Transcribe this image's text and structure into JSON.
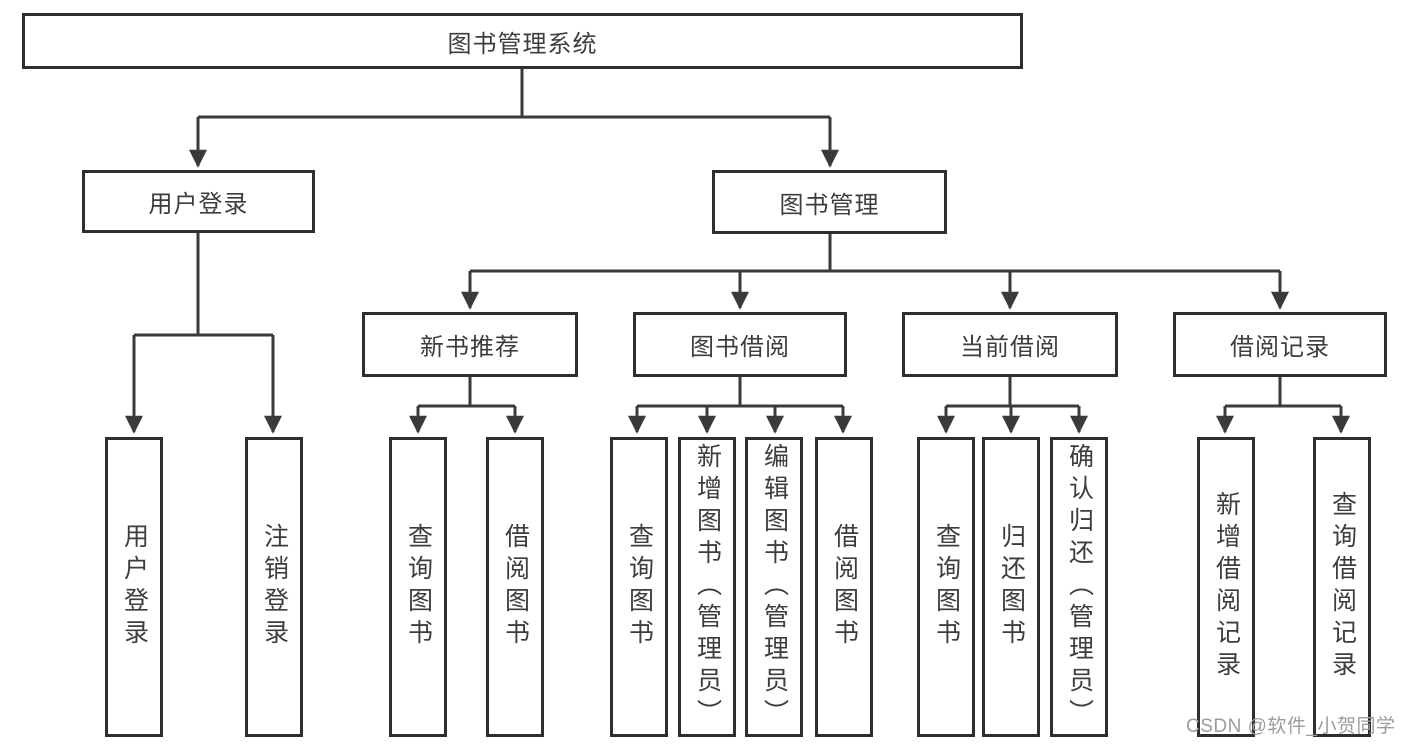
{
  "diagram": {
    "nodes": {
      "root": "图书管理系统",
      "user_login": "用户登录",
      "book_mgmt": "图书管理",
      "new_book_rec": "新书推荐",
      "book_borrow": "图书借阅",
      "current_borrow": "当前借阅",
      "borrow_records": "借阅记录",
      "ul_user_login": "用户登录",
      "ul_logout": "注销登录",
      "nb_query_book": "查询图书",
      "nb_borrow_book": "借阅图书",
      "bb_query_book": "查询图书",
      "bb_add_book": "新增图书（管理员）",
      "bb_edit_book": "编辑图书（管理员）",
      "bb_borrow_book": "借阅图书",
      "cb_query_book": "查询图书",
      "cb_return_book": "归还图书",
      "cb_confirm_return": "确认归还（管理员）",
      "br_add_record": "新增借阅记录",
      "br_query_record": "查询借阅记录"
    },
    "colors": {
      "line": "#3a3a3a",
      "border": "#2e2e2e",
      "text": "#3d3d3d",
      "background": "#ffffff"
    }
  },
  "watermark": {
    "text": "CSDN @软件_小贺同学",
    "color": "#9c9c9c"
  }
}
